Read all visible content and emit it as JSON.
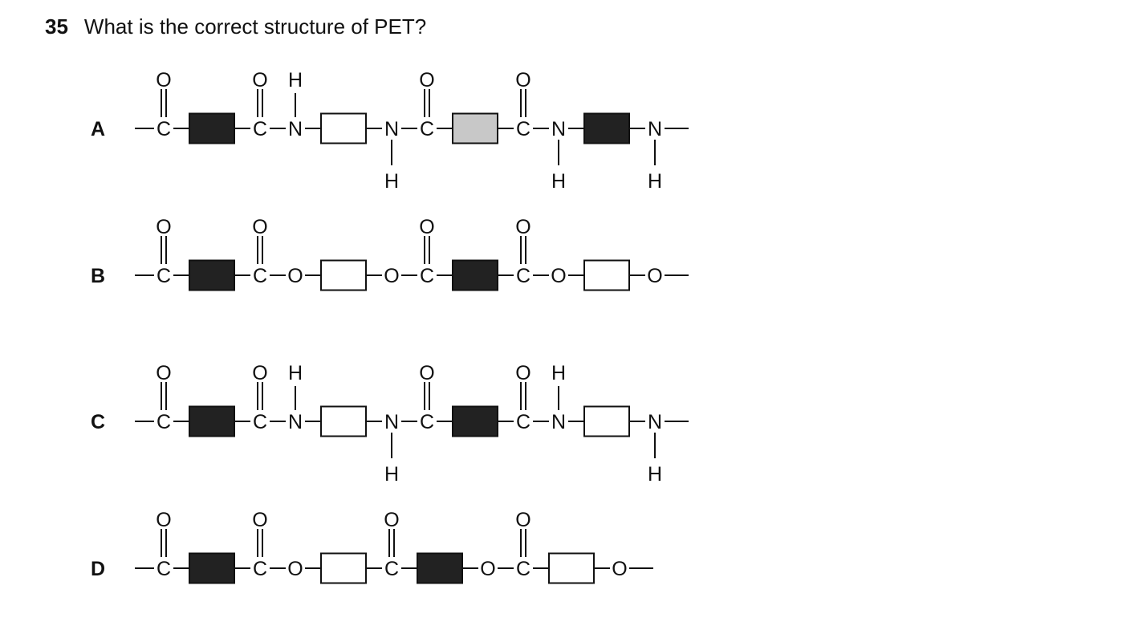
{
  "question": {
    "number": "35",
    "text": "What is the correct structure of PET?"
  },
  "colors": {
    "filled_block": "#222222",
    "grey_block": "#c8c8c8",
    "open_block": "#ffffff",
    "line": "#111111"
  },
  "options": [
    {
      "label": "A",
      "chain": [
        {
          "atom": "C",
          "up": "O",
          "double": true
        },
        {
          "block": "filled"
        },
        {
          "atom": "C",
          "up": "O",
          "double": true
        },
        {
          "atom": "N",
          "up": "H"
        },
        {
          "block": "open"
        },
        {
          "atom": "N",
          "down": "H"
        },
        {
          "atom": "C",
          "up": "O",
          "double": true
        },
        {
          "block": "grey"
        },
        {
          "atom": "C",
          "up": "O",
          "double": true
        },
        {
          "atom": "N",
          "down": "H"
        },
        {
          "block": "filled"
        },
        {
          "atom": "N",
          "down": "H"
        }
      ]
    },
    {
      "label": "B",
      "chain": [
        {
          "atom": "C",
          "up": "O",
          "double": true
        },
        {
          "block": "filled"
        },
        {
          "atom": "C",
          "up": "O",
          "double": true
        },
        {
          "atom": "O"
        },
        {
          "block": "open"
        },
        {
          "atom": "O"
        },
        {
          "atom": "C",
          "up": "O",
          "double": true
        },
        {
          "block": "filled"
        },
        {
          "atom": "C",
          "up": "O",
          "double": true
        },
        {
          "atom": "O"
        },
        {
          "block": "open"
        },
        {
          "atom": "O"
        }
      ]
    },
    {
      "label": "C",
      "chain": [
        {
          "atom": "C",
          "up": "O",
          "double": true
        },
        {
          "block": "filled"
        },
        {
          "atom": "C",
          "up": "O",
          "double": true
        },
        {
          "atom": "N",
          "up": "H"
        },
        {
          "block": "open"
        },
        {
          "atom": "N",
          "down": "H"
        },
        {
          "atom": "C",
          "up": "O",
          "double": true
        },
        {
          "block": "filled"
        },
        {
          "atom": "C",
          "up": "O",
          "double": true
        },
        {
          "atom": "N",
          "up": "H"
        },
        {
          "block": "open"
        },
        {
          "atom": "N",
          "down": "H"
        }
      ]
    },
    {
      "label": "D",
      "chain": [
        {
          "atom": "C",
          "up": "O",
          "double": true
        },
        {
          "block": "filled"
        },
        {
          "atom": "C",
          "up": "O",
          "double": true
        },
        {
          "atom": "O"
        },
        {
          "block": "open"
        },
        {
          "atom": "C",
          "up": "O",
          "double": true
        },
        {
          "block": "filled"
        },
        {
          "atom": "O"
        },
        {
          "atom": "C",
          "up": "O",
          "double": true
        },
        {
          "block": "open"
        },
        {
          "atom": "O"
        }
      ]
    }
  ]
}
